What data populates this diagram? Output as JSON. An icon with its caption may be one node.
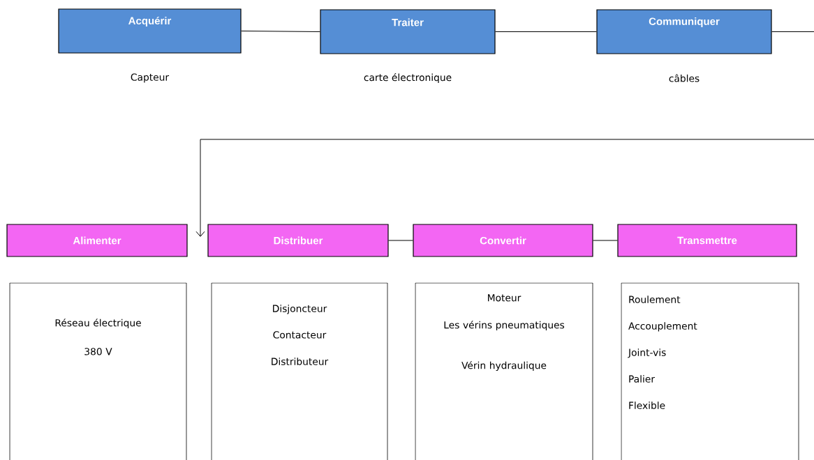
{
  "diagram": {
    "nodes": [
      {
        "text": [
          "Acquérir"
        ],
        "beside": [
          "Capteur"
        ]
      },
      {
        "text": [
          "Traiter"
        ],
        "beside": [
          "carte électronique"
        ]
      },
      {
        "text": [
          "Communiquer"
        ],
        "beside": [
          "câbles"
        ]
      },
      {
        "text": [
          "Alimenter"
        ]
      },
      {
        "text": [
          "Distribuer"
        ]
      },
      {
        "text": [
          "Convertir"
        ]
      },
      {
        "text": [
          "Transmettre"
        ]
      },
      {
        "text": [
          "Réseau électrique",
          "380 V"
        ]
      },
      {
        "text": [
          "Disjoncteur",
          "Contacteur",
          "Distributeur"
        ]
      },
      {
        "text": [
          "Moteur",
          "Les vérins pneumatiques",
          "Vérin hydraulique"
        ]
      },
      {
        "text": [
          "Roulement",
          "Accouplement",
          "Joint-vis",
          "Palier",
          "Flexible"
        ]
      }
    ],
    "edges": [
      {
        "from": 0,
        "to": 1,
        "arrow": "none"
      },
      {
        "from": 1,
        "to": 2,
        "arrow": "none"
      },
      {
        "from": 2,
        "to": 4,
        "arrow": "to"
      },
      {
        "from": 4,
        "to": 5,
        "arrow": "none"
      },
      {
        "from": 5,
        "to": 6,
        "arrow": "none"
      }
    ]
  }
}
